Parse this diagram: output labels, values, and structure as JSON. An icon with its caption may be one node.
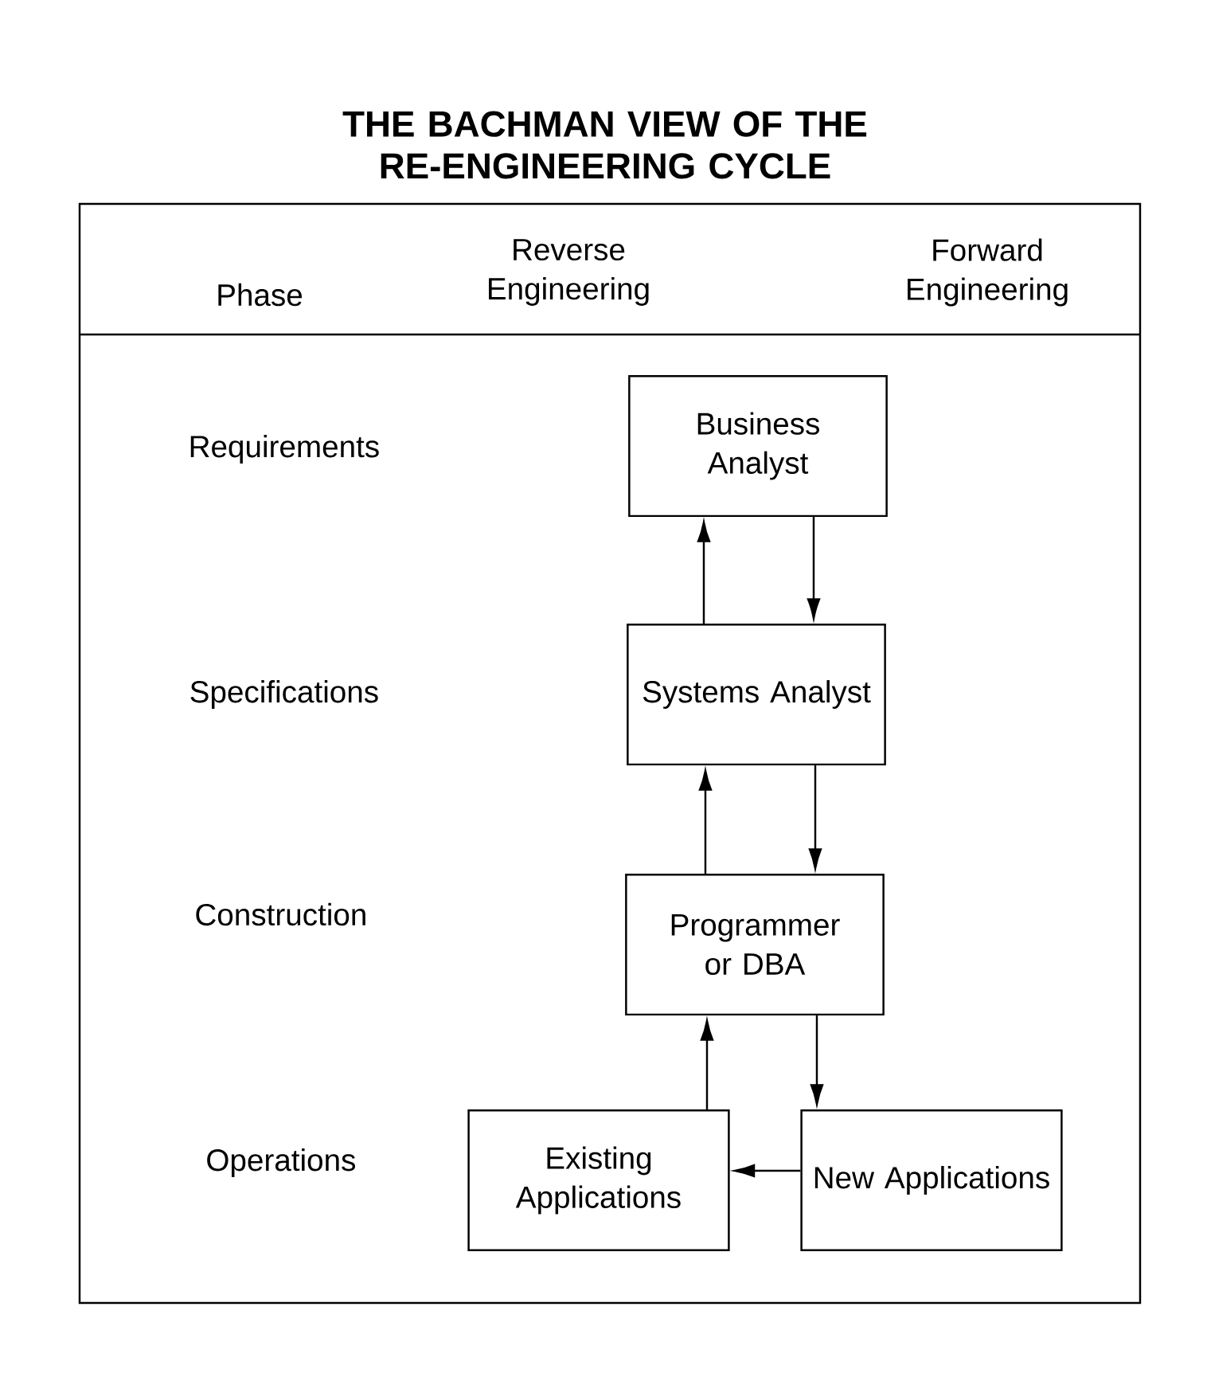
{
  "diagram": {
    "title": "THE BACHMAN VIEW OF THE RE-ENGINEERING CYCLE",
    "nodes": [
      {
        "text": [
          "Business Analyst"
        ]
      },
      {
        "text": [
          "Systems Analyst"
        ]
      },
      {
        "text": [
          "Programmer or DBA"
        ]
      },
      {
        "text": [
          "Existing Applications"
        ]
      },
      {
        "text": [
          "New Applications"
        ]
      }
    ],
    "edges": [
      {
        "from": 1,
        "to": 0,
        "arrow": "to"
      },
      {
        "from": 0,
        "to": 1,
        "arrow": "to"
      },
      {
        "from": 2,
        "to": 1,
        "arrow": "to"
      },
      {
        "from": 1,
        "to": 2,
        "arrow": "to"
      },
      {
        "from": 3,
        "to": 2,
        "arrow": "to"
      },
      {
        "from": 2,
        "to": 4,
        "arrow": "to"
      },
      {
        "from": 4,
        "to": 3,
        "arrow": "to"
      }
    ],
    "labels": [
      "Phase",
      "Reverse Engineering",
      "Forward Engineering",
      "Requirements",
      "Specifications",
      "Construction",
      "Operations"
    ]
  }
}
